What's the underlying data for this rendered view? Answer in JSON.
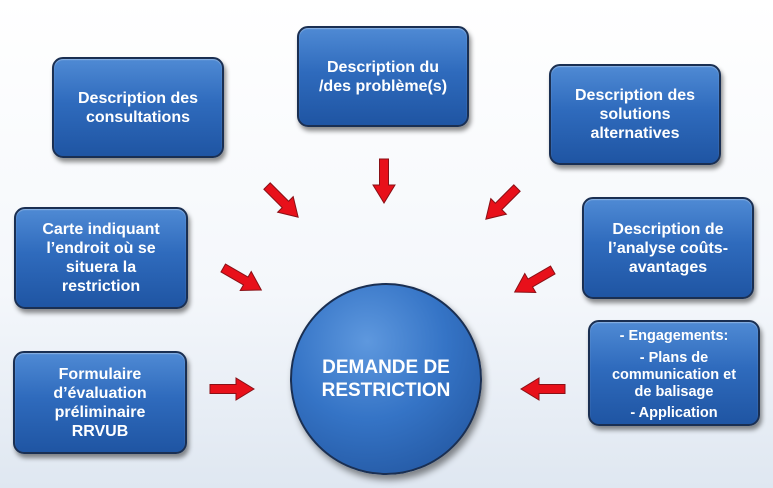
{
  "center": {
    "text": "DEMANDE DE\nRESTRICTION"
  },
  "boxes": {
    "consultations": "Description des\nconsultations",
    "probleme": "Description du\n/des problème(s)",
    "solutions": "Description des\nsolutions\nalternatives",
    "carte": "Carte indiquant\nl’endroit où se\nsituera la\nrestriction",
    "analyse": "Description de\nl’analyse coûts-\navantages",
    "formulaire": "Formulaire\nd’évaluation\npréliminaire\nRRVUB",
    "engagements": {
      "line1": "- Engagements:",
      "line2": "- Plans de\ncommunication et\nde balisage",
      "line3": "- Application"
    }
  },
  "colors": {
    "box_fill": "#2f6bbd",
    "box_border": "#1a2f52",
    "arrow": "#e8101a",
    "text": "#ffffff"
  }
}
